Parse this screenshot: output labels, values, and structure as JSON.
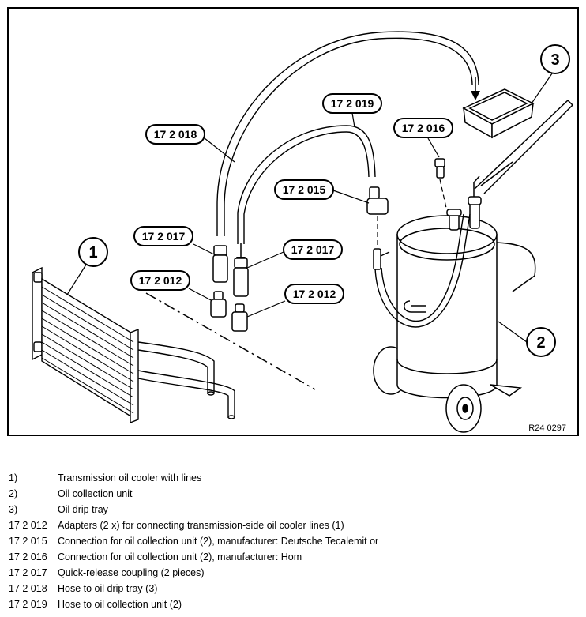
{
  "diagram": {
    "callouts": {
      "c172018": "17 2 018",
      "c172019": "17 2 019",
      "c172016": "17 2 016",
      "c172015": "17 2 015",
      "c172017a": "17 2 017",
      "c172017b": "17 2 017",
      "c172012a": "17 2 012",
      "c172012b": "17 2 012"
    },
    "numbers": {
      "n1": "1",
      "n2": "2",
      "n3": "3"
    },
    "reference": "R24 0297"
  },
  "legend": [
    {
      "key": "1)",
      "text": "Transmission oil cooler with lines"
    },
    {
      "key": "2)",
      "text": "Oil collection unit"
    },
    {
      "key": "3)",
      "text": "Oil drip tray"
    },
    {
      "key": "17 2 012",
      "text": "Adapters (2 x) for connecting transmission-side oil cooler lines (1)"
    },
    {
      "key": "17 2 015",
      "text": "Connection for oil collection unit (2), manufacturer: Deutsche Tecalemit or"
    },
    {
      "key": "17 2 016",
      "text": "Connection for oil collection unit (2), manufacturer: Hom"
    },
    {
      "key": "17 2 017",
      "text": "Quick-release coupling (2 pieces)"
    },
    {
      "key": "17 2 018",
      "text": "Hose to oil drip tray (3)"
    },
    {
      "key": "17 2 019",
      "text": "Hose to oil collection unit (2)"
    }
  ]
}
